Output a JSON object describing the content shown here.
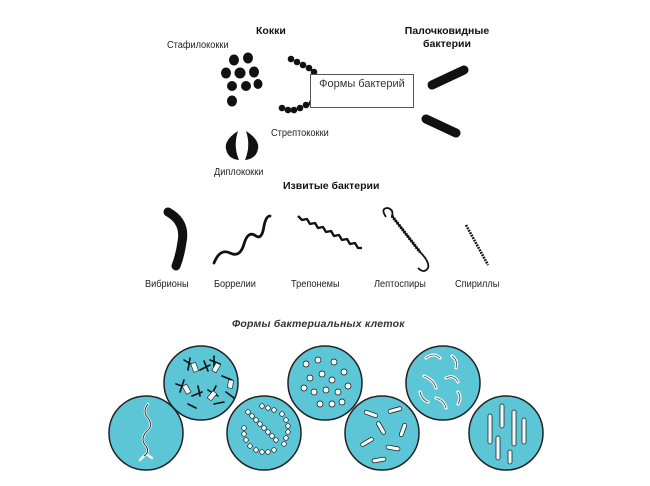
{
  "headings": {
    "cocci": "Кокки",
    "rods": "Палочковидные бактерии",
    "curved": "Извитые бактерии",
    "cell_forms": "Формы бактериальных клеток"
  },
  "callout": "Формы бактерий",
  "labels": {
    "staphylococci": "Стафилококки",
    "streptococci": "Стрептококки",
    "diplococci": "Диплококки",
    "vibrios": "Вибрионы",
    "borrelia": "Боррелии",
    "treponema": "Трепонемы",
    "leptospira": "Лептоспиры",
    "spirilla": "Спириллы"
  },
  "colors": {
    "circle_fill": "#5cc6d6",
    "circle_stroke": "#222222",
    "microbe": "#111111",
    "microbe_light": "#f2f8f8"
  }
}
